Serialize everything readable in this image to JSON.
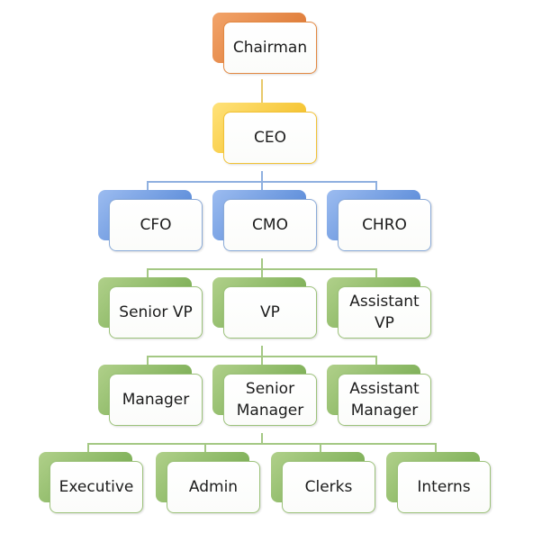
{
  "org_chart": {
    "chairman": "Chairman",
    "ceo": "CEO",
    "cfo": "CFO",
    "cmo": "CMO",
    "chro": "CHRO",
    "senior_vp": "Senior VP",
    "vp": "VP",
    "assistant_vp": "Assistant\nVP",
    "manager": "Manager",
    "senior_manager": "Senior\nManager",
    "assistant_manager": "Assistant\nManager",
    "executive": "Executive",
    "admin": "Admin",
    "clerks": "Clerks",
    "interns": "Interns"
  },
  "colors": {
    "chairman": "#e0782f",
    "ceo": "#f5c12b",
    "executive_level": "#5b8ad6",
    "staff_levels": "#7daf52"
  }
}
